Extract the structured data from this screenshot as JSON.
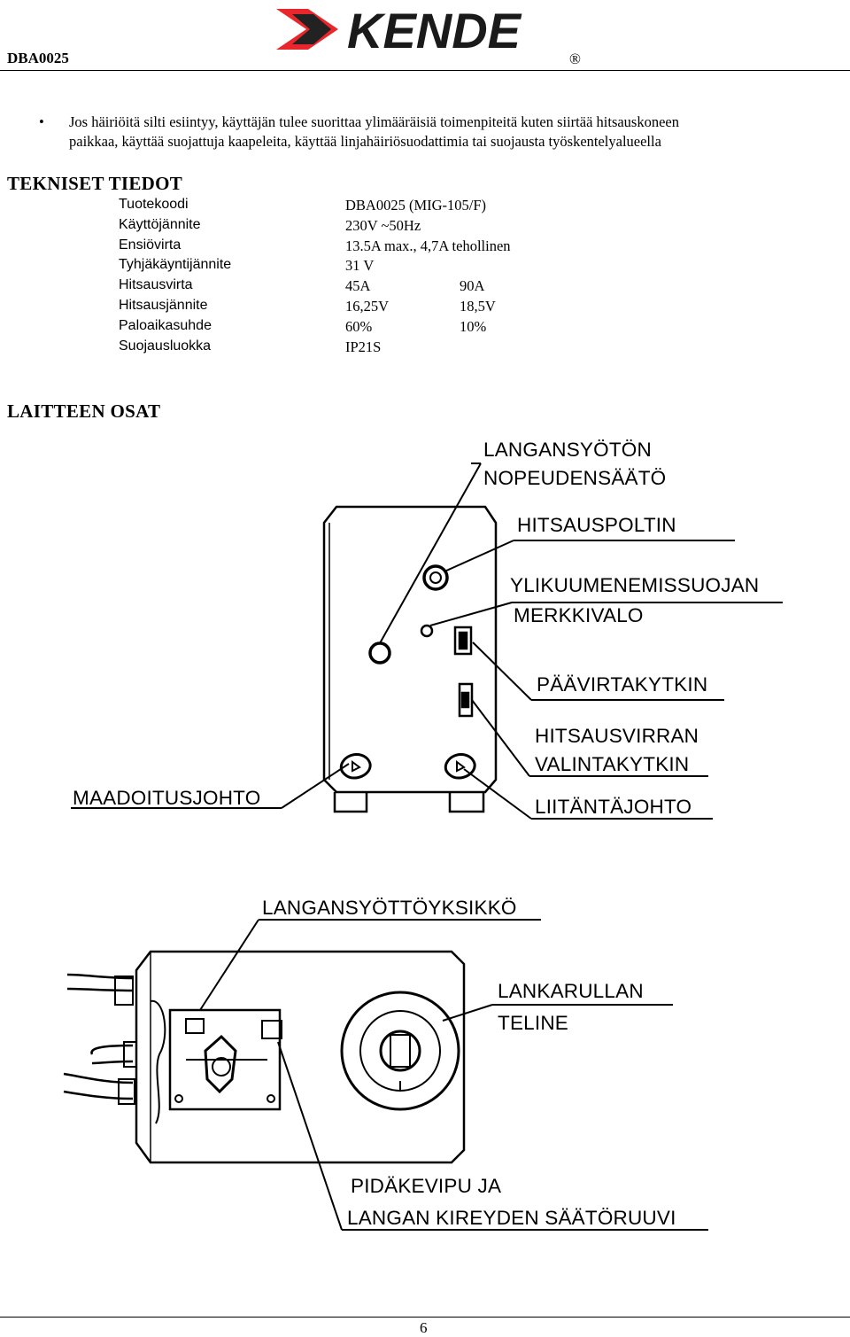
{
  "header": {
    "doc_code": "DBA0025",
    "brand": "KENDE",
    "registered_mark": "®"
  },
  "notice": {
    "bullet": "•",
    "line1": "Jos häiriöitä silti esiintyy, käyttäjän tulee suorittaa ylimääräisiä toimenpiteitä kuten siirtää hitsauskoneen",
    "line2": "paikkaa, käyttää suojattuja kaapeleita, käyttää linjahäiriösuodattimia tai suojausta työskentelyalueella"
  },
  "tech": {
    "title": "TEKNISET TIEDOT",
    "rows": [
      {
        "label": "Tuotekoodi",
        "v1": "DBA0025 (MIG-105/F)",
        "v2": ""
      },
      {
        "label": "Käyttöjännite",
        "v1": "230V ~50Hz",
        "v2": ""
      },
      {
        "label": "Ensiövirta",
        "v1": "13.5A max., 4,7A tehollinen",
        "v2": ""
      },
      {
        "label": "Tyhjäkäyntijännite",
        "v1": "31 V",
        "v2": ""
      },
      {
        "label": "Hitsausvirta",
        "v1": "45A",
        "v2": "90A"
      },
      {
        "label": "Hitsausjännite",
        "v1": "16,25V",
        "v2": "18,5V"
      },
      {
        "label": "Paloaikasuhde",
        "v1": "60%",
        "v2": "10%"
      },
      {
        "label": "Suojausluokka",
        "v1": "IP21S",
        "v2": ""
      }
    ]
  },
  "parts": {
    "title": "LAITTEEN OSAT",
    "labels": {
      "wire_speed_1": "LANGANSYÖTÖN",
      "wire_speed_2": "NOPEUDENSÄÄTÖ",
      "torch": "HITSAUSPOLTIN",
      "overheat_1": "YLIKUUMENEMISSUOJAN",
      "overheat_2": "MERKKIVALO",
      "main_switch": "PÄÄVIRTAKYTKIN",
      "current_sel_1": "HITSAUSVIRRAN",
      "current_sel_2": "VALINTAKYTKIN",
      "ground_cable": "MAADOITUSJOHTO",
      "power_cord": "LIITÄNTÄJOHTO",
      "feeder_unit": "LANGANSYÖTTÖYKSIKKÖ",
      "spool_1": "LANKARULLAN",
      "spool_2": "TELINE",
      "lever_1": "PIDÄKEVIPU JA",
      "lever_2": "LANGAN KIREYDEN SÄÄTÖRUUVI"
    }
  },
  "footer": {
    "page_number": "6"
  }
}
